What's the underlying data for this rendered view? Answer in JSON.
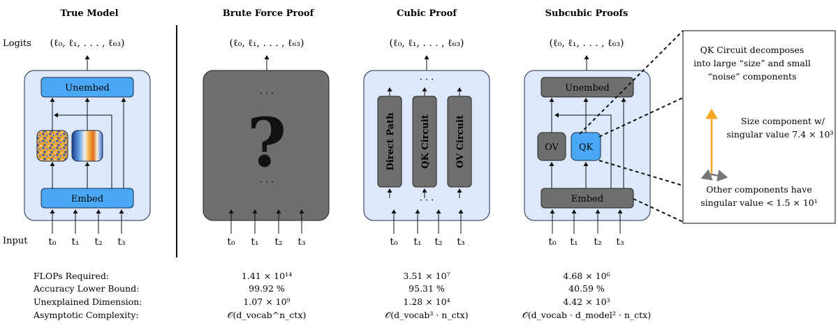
{
  "columns": {
    "true_model": "True Model",
    "brute_force": "Brute Force Proof",
    "cubic": "Cubic Proof",
    "subcubic": "Subcubic Proofs"
  },
  "row_labels": {
    "logits": "Logits",
    "input": "Input"
  },
  "logits_text": "(ℓ₀, ℓ₁, . . . , ℓ₆₃)",
  "tokens": [
    "t₀",
    "t₁",
    "t₂",
    "t₃"
  ],
  "blocks": {
    "unembed": "Unembed",
    "embed": "Embed",
    "ov": "OV",
    "qk": "QK",
    "direct_path": "Direct Path",
    "qk_circuit": "QK Circuit",
    "ov_circuit": "OV Circuit",
    "question_mark": "?",
    "ellipsis": "· · ·"
  },
  "callout": {
    "line1": "QK Circuit decomposes",
    "line2": "into large “size” and small",
    "line3": "“noise” components",
    "size_line1": "Size component w/",
    "size_line2": "singular value 7.4 × 10³",
    "other_line1": "Other components have",
    "other_line2": "singular value < 1.5 × 10¹"
  },
  "metrics": {
    "labels": [
      "FLOPs Required:",
      "Accuracy Lower Bound:",
      "Unexplained Dimension:",
      "Asymptotic Complexity:"
    ],
    "brute_force": [
      "1.41 × 10¹⁴",
      "99.92 %",
      "1.07 × 10⁹",
      "𝒪(d_vocab^n_ctx)"
    ],
    "cubic": [
      "3.51 × 10⁷",
      "95.31 %",
      "1.28 × 10⁴",
      "𝒪(d_vocab³ · n_ctx)"
    ],
    "subcubic": [
      "4.68 × 10⁶",
      "40.59 %",
      "4.42 × 10³",
      "𝒪(d_vocab · d_model² · n_ctx)"
    ]
  },
  "colors": {
    "panel_bg": "#dde9fb",
    "blue_block": "#4aa8f4",
    "gray_block": "#6f6f6f",
    "orange_arrow": "#f5a623",
    "gray_arrow": "#777777"
  }
}
